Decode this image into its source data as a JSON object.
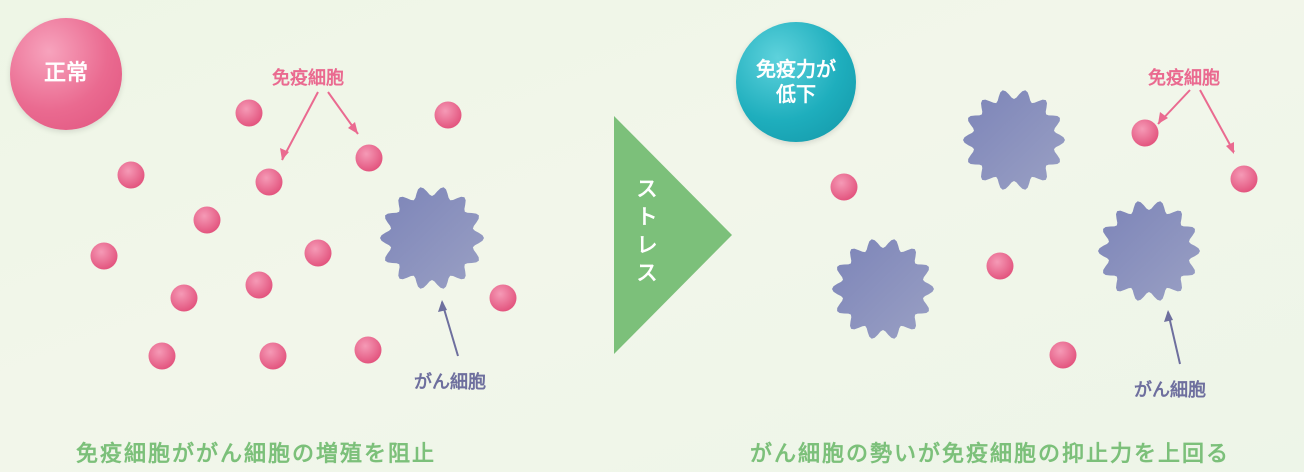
{
  "left": {
    "badge": "正常",
    "immune_label": "免疫細胞",
    "cancer_label": "がん細胞",
    "caption": "免疫細胞ががん細胞の増殖を阻止"
  },
  "center": {
    "arrow_chars": [
      "ス",
      "ト",
      "レ",
      "ス"
    ]
  },
  "right": {
    "badge_line1": "免疫力が",
    "badge_line2": "低下",
    "immune_label": "免疫細胞",
    "cancer_label": "がん細胞",
    "caption": "がん細胞の勢いが免疫細胞の抑止力を上回る"
  },
  "colors": {
    "immune_cell": "#ea6a90",
    "cancer_cell": "#8088b6",
    "pink_text": "#ea6a90",
    "purple_text": "#6e6f9e",
    "caption": "#7cc07a",
    "arrow": "#7cc07a",
    "badge_normal": "#e0537e",
    "badge_low": "#1395a6"
  }
}
